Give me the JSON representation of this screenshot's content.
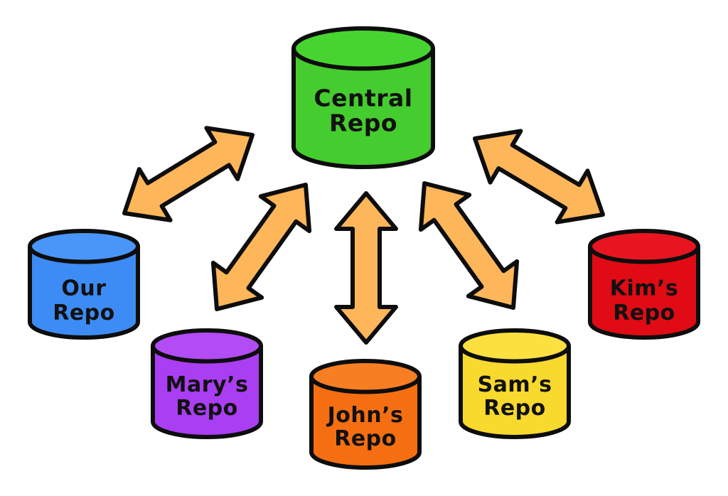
{
  "diagram": {
    "type": "distributed-version-control",
    "arrow_color": "#FDB65A",
    "repos": [
      {
        "id": "central",
        "line1": "Central",
        "line2": "Repo",
        "color": "#45CC2E",
        "top_color": "#48D430"
      },
      {
        "id": "our",
        "line1": "Our",
        "line2": "Repo",
        "color": "#3D8CF5",
        "top_color": "#4A96F8"
      },
      {
        "id": "mary",
        "line1": "Mary’s",
        "line2": "Repo",
        "color": "#A93EF2",
        "top_color": "#B24CF5"
      },
      {
        "id": "john",
        "line1": "John’s",
        "line2": "Repo",
        "color": "#F56F12",
        "top_color": "#F77E22"
      },
      {
        "id": "sam",
        "line1": "Sam’s",
        "line2": "Repo",
        "color": "#F8D92E",
        "top_color": "#FBE040"
      },
      {
        "id": "kim",
        "line1": "Kim’s",
        "line2": "Repo",
        "color": "#E00B14",
        "top_color": "#E81520"
      }
    ],
    "connections": [
      {
        "from": "our",
        "to": "central",
        "direction": "bidirectional"
      },
      {
        "from": "mary",
        "to": "central",
        "direction": "bidirectional"
      },
      {
        "from": "john",
        "to": "central",
        "direction": "bidirectional"
      },
      {
        "from": "sam",
        "to": "central",
        "direction": "bidirectional"
      },
      {
        "from": "kim",
        "to": "central",
        "direction": "bidirectional"
      }
    ]
  }
}
